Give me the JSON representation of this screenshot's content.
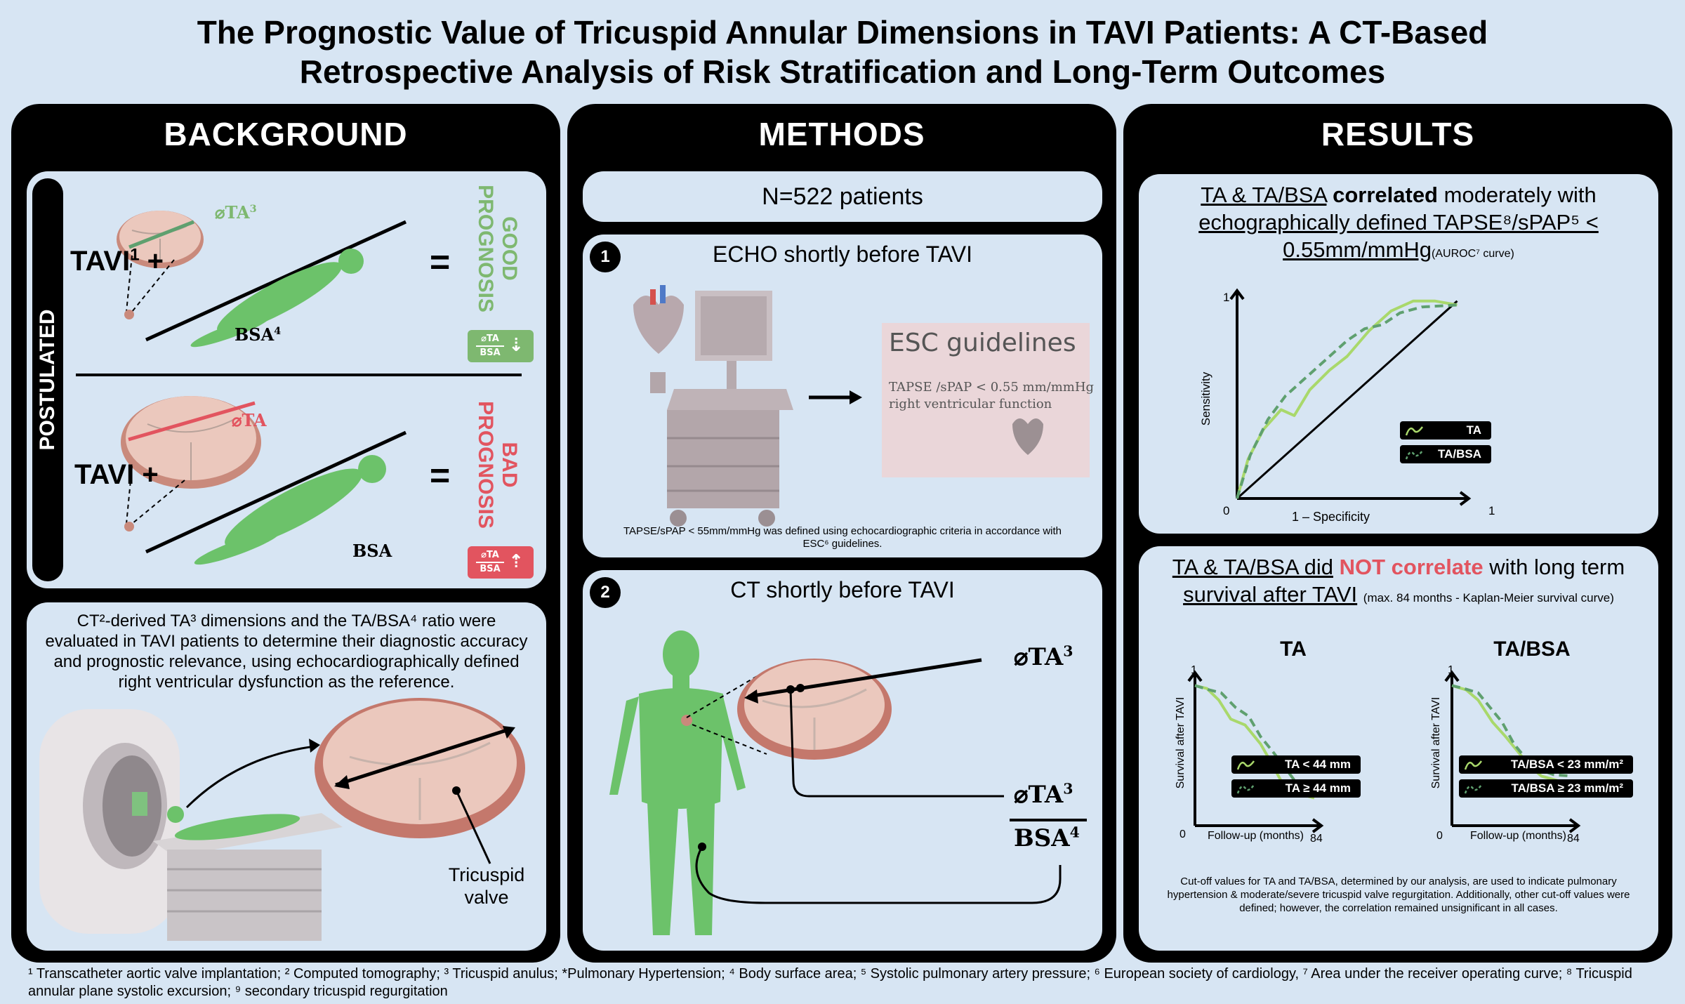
{
  "title": {
    "line1": "The Prognostic Value of Tricuspid Annular Dimensions in TAVI Patients: A CT-Based",
    "line2": "Retrospective Analysis of Risk Stratification and Long-Term Outcomes"
  },
  "background": {
    "header": "BACKGROUND",
    "postulated": "POSTULATED",
    "good": {
      "tavi": "TAVI",
      "tavi_sup": "1",
      "plus": "+",
      "equals": "=",
      "ta_label": "⌀TA",
      "ta_sup": "3",
      "bsa_label": "BSA",
      "bsa_sup": "4",
      "prognosis_line1": "GOOD",
      "prognosis_line2": "PROGNOSIS",
      "badge_top": "⌀TA",
      "badge_bottom": "BSA",
      "badge_arrow": "⇣",
      "color": "#7eb870"
    },
    "bad": {
      "tavi": "TAVI",
      "plus": "+",
      "equals": "=",
      "ta_label": "⌀TA",
      "bsa_label": "BSA",
      "prognosis_line1": "BAD",
      "prognosis_line2": "PROGNOSIS",
      "badge_top": "⌀TA",
      "badge_bottom": "BSA",
      "badge_arrow": "⇡",
      "color": "#e2545f"
    },
    "description": "CT²-derived TA³ dimensions and the TA/BSA⁴ ratio were evaluated in TAVI patients to determine their diagnostic accuracy and prognostic relevance, using echocardiographically defined right ventricular dysfunction as the reference.",
    "valve_label_line1": "Tricuspid",
    "valve_label_line2": "valve"
  },
  "methods": {
    "header": "METHODS",
    "n_patients": "N=522 patients",
    "step1": {
      "number": "1",
      "title": "ECHO shortly before TAVI",
      "guide_title": "ESC guidelines",
      "guide_line1": "TAPSE /sPAP < 0.55 mm/mmHg",
      "guide_line2": "right ventricular function",
      "note_line1": "TAPSE/sPAP < 55mm/mmHg was defined using echocardiographic criteria in accordance with",
      "note_line2": "ESC⁶ guidelines."
    },
    "step2": {
      "number": "2",
      "title": "CT shortly before TAVI",
      "ta_label": "⌀TA",
      "ta_sup": "3",
      "ratio_top": "⌀TA",
      "ratio_top_sup": "3",
      "ratio_bottom": "BSA",
      "ratio_bottom_sup": "4"
    }
  },
  "results": {
    "header": "RESULTS",
    "roc": {
      "h1_a": "TA & TA/BSA",
      "h1_b": "correlated",
      "h1_c": "moderately with",
      "h2": "echographically defined TAPSE⁸/sPAP⁵ <",
      "h3": "0.55mm/mmHg",
      "h3_small": "(AUROC⁷ curve)",
      "ylabel": "Sensitivity",
      "xlabel": "1 – Specificity",
      "y_top": "1",
      "origin": "0",
      "x_right": "1",
      "legend": [
        "TA",
        "TA/BSA"
      ]
    },
    "survival": {
      "h1_a": "TA & TA/BSA did",
      "h1_b": "NOT correlate",
      "h1_c": "with long term",
      "h2": "survival after TAVI",
      "h2_small": "(max. 84 months - Kaplan-Meier survival curve)",
      "left_title": "TA",
      "right_title": "TA/BSA",
      "ylabel": "Survival after TAVI",
      "xlabel": "Follow-up (months)",
      "y_top": "1",
      "origin": "0",
      "x_right": "84",
      "legend_left": [
        "TA < 44 mm",
        "TA ≥ 44 mm"
      ],
      "legend_right": [
        "TA/BSA < 23 mm/m²",
        "TA/BSA ≥ 23 mm/m²"
      ],
      "note": "Cut-off values for TA and TA/BSA, determined by our analysis, are used to indicate pulmonary hypertension & moderate/severe tricuspid valve regurgitation. Additionally, other cut-off values were defined; however, the correlation remained unsignificant in all cases."
    }
  },
  "footnote": "¹ Transcatheter aortic valve implantation; ² Computed tomography; ³ Tricuspid anulus; *Pulmonary Hypertension; ⁴ Body surface area; ⁵ Systolic pulmonary artery pressure; ⁶ European society of cardiology, ⁷ Area under the receiver operating curve; ⁸ Tricuspid annular plane systolic excursion; ⁹ secondary tricuspid regurgitation",
  "colors": {
    "page_bg": "#d7e5f3",
    "panel": "#000000",
    "green_light": "#a9d86b",
    "green_dashed": "#5fa06f",
    "figure_green": "#6cc26a",
    "valve_pink": "#e9c2b8",
    "valve_rim": "#c77a6c",
    "not_red": "#e2545f"
  }
}
